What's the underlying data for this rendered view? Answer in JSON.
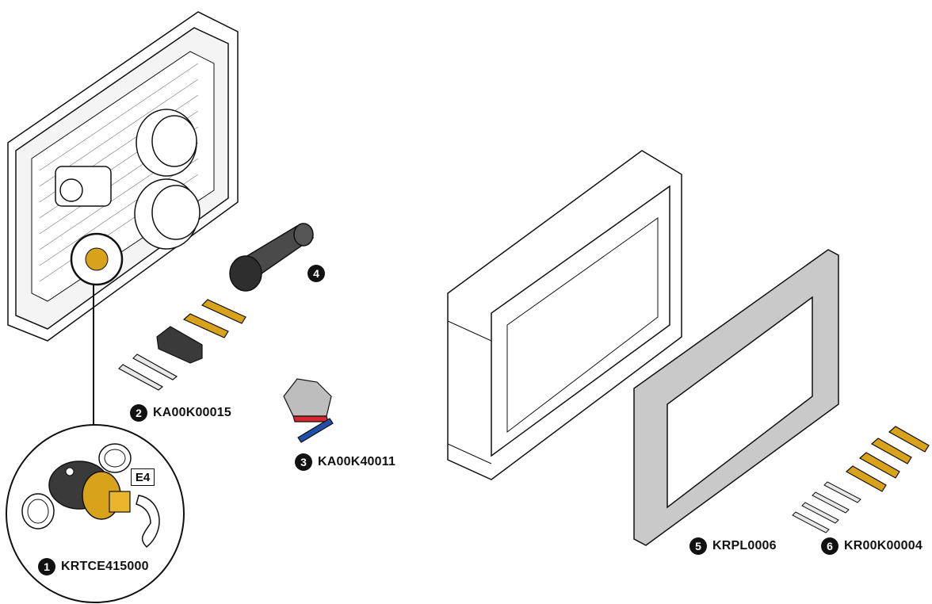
{
  "callouts": [
    {
      "num": "1",
      "code": "KRTCE415000"
    },
    {
      "num": "2",
      "code": "KA00K00015"
    },
    {
      "num": "3",
      "code": "KA00K40011"
    },
    {
      "num": "4",
      "code": ""
    },
    {
      "num": "5",
      "code": "KRPL0006"
    },
    {
      "num": "6",
      "code": "KR00K00004"
    }
  ],
  "detail_tag": "E4",
  "colors": {
    "outline": "#111111",
    "brass": "#d9a21b",
    "dark_part": "#3a3a3a",
    "frame_grey": "#c9c9c9",
    "cap_red": "#d8262e",
    "clip_blue": "#1f4fa8"
  }
}
